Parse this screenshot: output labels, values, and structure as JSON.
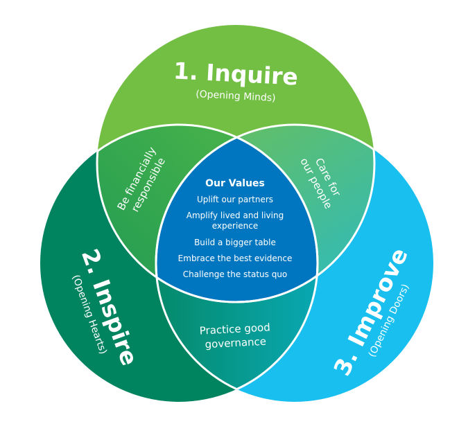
{
  "colors": {
    "inquire": "#72bf44",
    "inspire": "#008460",
    "improve": "#19bfef",
    "center": "#0076c0",
    "outline": "#ffffff"
  },
  "circles": {
    "inquire": {
      "title": "1. Inquire",
      "subtitle": "(Opening Minds)"
    },
    "inspire": {
      "title": "2. Inspire",
      "subtitle": "(Opening Hearts)"
    },
    "improve": {
      "title": "3. Improve",
      "subtitle": "(Opening Doors)"
    }
  },
  "overlaps": {
    "inquire_inspire": [
      "Be financially",
      "responsible"
    ],
    "inquire_improve": [
      "Care for",
      "our people"
    ],
    "inspire_improve": [
      "Practice good",
      "governance"
    ]
  },
  "center": {
    "heading": "Our Values",
    "values": [
      "Uplift our partners",
      "Amplify lived and living",
      "experience",
      "Build a bigger table",
      "Embrace the best evidence",
      "Challenge the status quo"
    ]
  }
}
